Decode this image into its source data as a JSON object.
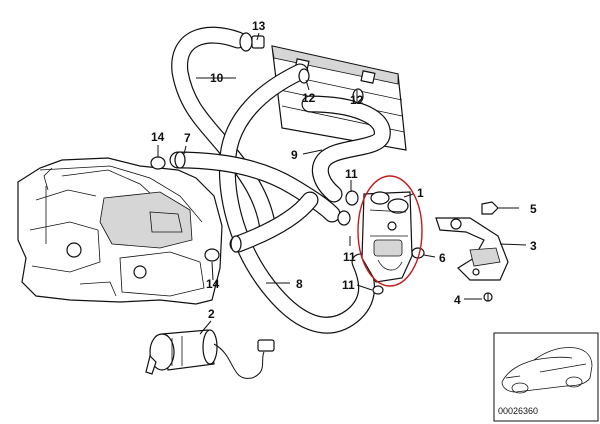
{
  "diagram": {
    "callouts": {
      "c1": "1",
      "c2": "2",
      "c3": "3",
      "c4": "4",
      "c5": "5",
      "c6": "6",
      "c7": "7",
      "c8": "8",
      "c9": "9",
      "c10": "10",
      "c11a": "11",
      "c11b": "11",
      "c11c": "11",
      "c12a": "12",
      "c12b": "12",
      "c13": "13",
      "c14a": "14",
      "c14b": "14"
    },
    "highlight_color": "#c41a1a",
    "inset": {
      "code": "00026360"
    }
  }
}
